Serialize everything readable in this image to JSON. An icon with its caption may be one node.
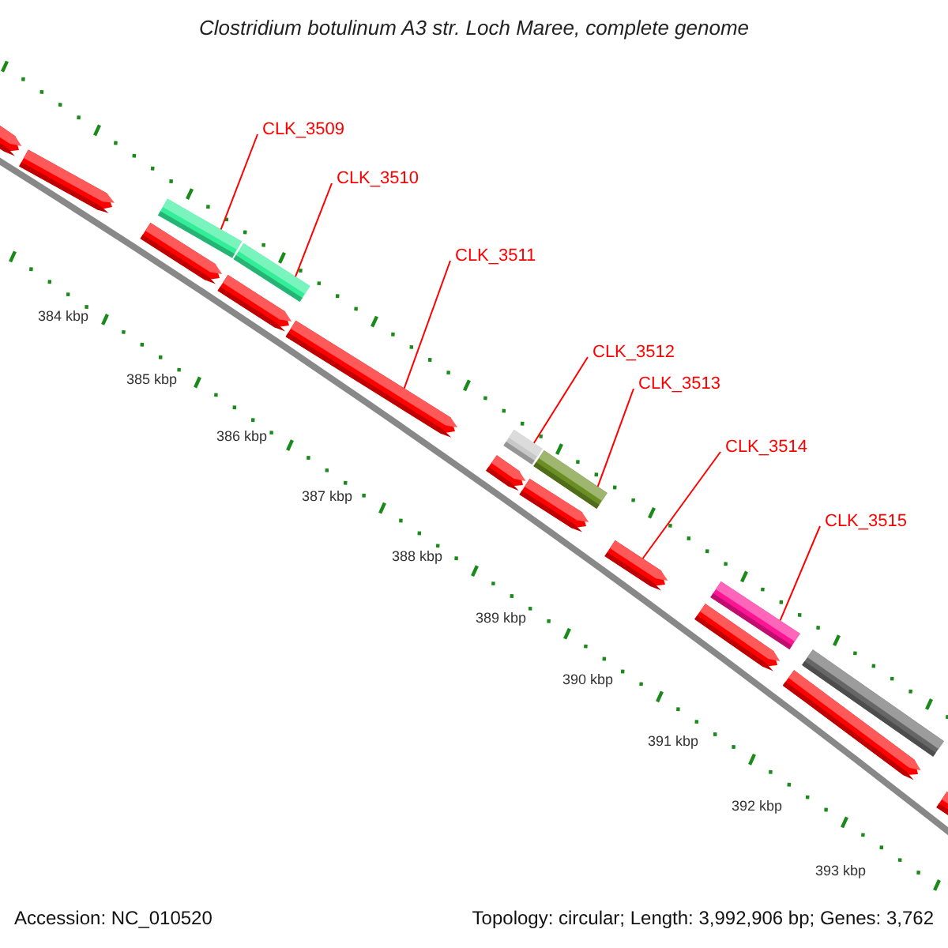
{
  "diagram": {
    "title": "Clostridium botulinum A3 str. Loch Maree, complete genome",
    "nodes": [
      {
        "text": [
          "CLK_3509"
        ]
      },
      {
        "text": [
          "CLK_3510"
        ]
      },
      {
        "text": [
          "CLK_3511"
        ]
      },
      {
        "text": [
          "CLK_3512"
        ]
      },
      {
        "text": [
          "CLK_3513"
        ]
      },
      {
        "text": [
          "CLK_3514"
        ]
      },
      {
        "text": [
          "CLK_3515"
        ]
      },
      {
        "text": [],
        "shape": "bar"
      },
      {
        "text": [],
        "shape": "bar"
      },
      {
        "text": [],
        "shape": "bar"
      },
      {
        "text": [],
        "shape": "bar"
      },
      {
        "text": [],
        "shape": "bar"
      },
      {
        "text": [],
        "shape": "bar"
      },
      {
        "text": [],
        "shape": "bar"
      }
    ],
    "edges": [
      {
        "from": 0,
        "to": 7,
        "arrow": "none"
      },
      {
        "from": 1,
        "to": 8,
        "arrow": "none"
      },
      {
        "from": 2,
        "to": 9,
        "arrow": "none"
      },
      {
        "from": 3,
        "to": 10,
        "arrow": "none"
      },
      {
        "from": 4,
        "to": 11,
        "arrow": "none"
      },
      {
        "from": 5,
        "to": 12,
        "arrow": "none"
      },
      {
        "from": 6,
        "to": 13,
        "arrow": "none"
      }
    ],
    "labels": [
      "384 kbp",
      "385 kbp",
      "386 kbp",
      "387 kbp",
      "388 kbp",
      "389 kbp",
      "390 kbp",
      "391 kbp",
      "392 kbp",
      "393 kbp",
      "Accession: NC_010520",
      "Topology: circular; Length: 3,992,906 bp; Genes: 3,762"
    ]
  }
}
